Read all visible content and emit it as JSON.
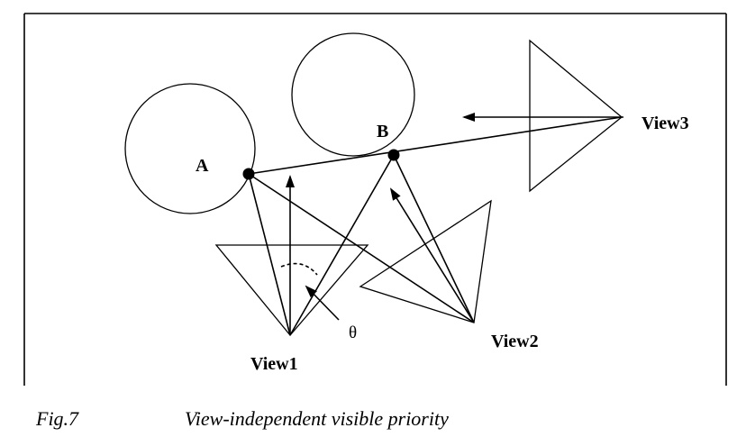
{
  "labels": {
    "point_a": "A",
    "point_b": "B",
    "view1": "View1",
    "view2": "View2",
    "view3": "View3",
    "theta": "θ"
  },
  "caption": {
    "number": "Fig.7",
    "title": "View-independent visible priority"
  }
}
